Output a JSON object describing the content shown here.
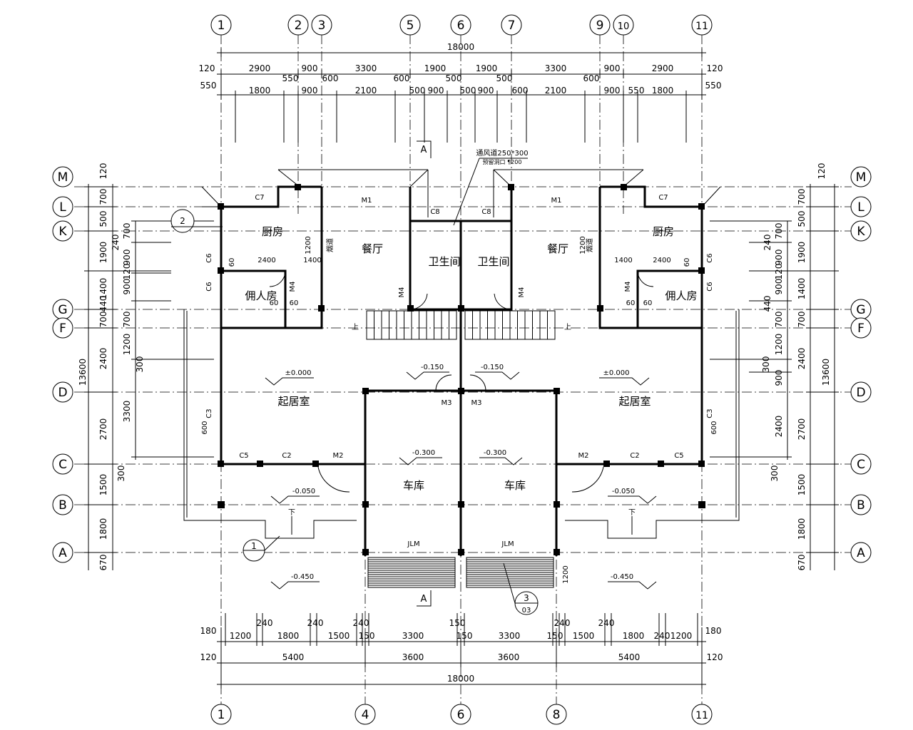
{
  "axes": {
    "top": [
      "1",
      "2",
      "3",
      "5",
      "6",
      "7",
      "9",
      "10",
      "11"
    ],
    "bottom": [
      "1",
      "4",
      "6",
      "8",
      "11"
    ],
    "left": [
      "M",
      "L",
      "K",
      "G",
      "F",
      "D",
      "C",
      "B",
      "A"
    ],
    "right": [
      "M",
      "L",
      "K",
      "G",
      "F",
      "D",
      "C",
      "B",
      "A"
    ]
  },
  "dims": {
    "top_total": "18000",
    "top_row1": [
      "120",
      "2900",
      "900",
      "3300",
      "1900",
      "1900",
      "3300",
      "900",
      "2900",
      "120"
    ],
    "top_row1_extra": [
      "550",
      "600",
      "600",
      "500",
      "500",
      "600"
    ],
    "top_row2": [
      "550",
      "1800",
      "900",
      "2100",
      "500",
      "900",
      "500",
      "900",
      "600",
      "2100",
      "900",
      "550",
      "1800",
      "550"
    ],
    "top_row2_extra": [
      "600",
      "500"
    ],
    "bottom_row1": [
      "180",
      "1200",
      "240",
      "1800",
      "240",
      "1500",
      "240",
      "150",
      "3300",
      "150",
      "150",
      "3300",
      "150",
      "240",
      "1500",
      "240",
      "1800",
      "240",
      "1200",
      "180"
    ],
    "bottom_row2": [
      "120",
      "5400",
      "3600",
      "3600",
      "5400",
      "120"
    ],
    "bottom_total": "18000",
    "left_outer": [
      "120",
      "700",
      "500",
      "1900",
      "1400",
      "440",
      "700",
      "2400",
      "2700",
      "1500",
      "1800",
      "670"
    ],
    "left_total": "13600",
    "left_inner": [
      "700",
      "900",
      "120",
      "900",
      "700",
      "1200",
      "300",
      "3300",
      "300"
    ],
    "left_inner2": [
      "240"
    ],
    "right_outer": [
      "120",
      "700",
      "500",
      "1900",
      "1400",
      "440",
      "700",
      "2400",
      "2700",
      "1500",
      "1800",
      "670"
    ],
    "right_total": "13600",
    "right_inner": [
      "700",
      "900",
      "120",
      "900",
      "700",
      "1200",
      "300",
      "900",
      "2400",
      "300"
    ],
    "right_inner2": [
      "240"
    ]
  },
  "rooms": {
    "kitchen": "厨房",
    "dining": "餐厅",
    "bathroom": "卫生间",
    "servant": "佣人房",
    "living": "起居室",
    "garage": "车库"
  },
  "labels": {
    "m1": "M1",
    "m2": "M2",
    "m3": "M3",
    "m4": "M4",
    "c2": "C2",
    "c3": "C3",
    "c5": "C5",
    "c6": "C6",
    "c7": "C7",
    "c8": "C8",
    "jlm": "JLM",
    "section": "A",
    "vent_note": "通风道250*300",
    "vent_note2": "预留洞口 ¶200",
    "elev_0": "±0.000",
    "elev_015": "-0.150",
    "elev_03": "-0.300",
    "elev_005": "-0.050",
    "elev_045": "-0.450",
    "up": "上",
    "down": "下",
    "dim_60": "60",
    "dim_2400": "2400",
    "dim_1400": "1400",
    "dim_1200": "1200",
    "dim_600": "600",
    "hood": "烟道",
    "detail1": "1",
    "detail2": "2",
    "detail3": "3",
    "detail3sub": "03"
  }
}
